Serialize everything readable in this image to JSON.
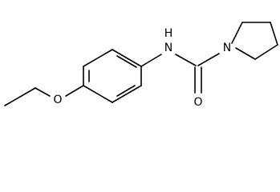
{
  "structure": {
    "atom_labels": {
      "amide_nitrogen": "N",
      "amide_hydrogen": "H",
      "ring_nitrogen": "N",
      "carbonyl_oxygen": "O",
      "ether_oxygen": "O"
    }
  }
}
